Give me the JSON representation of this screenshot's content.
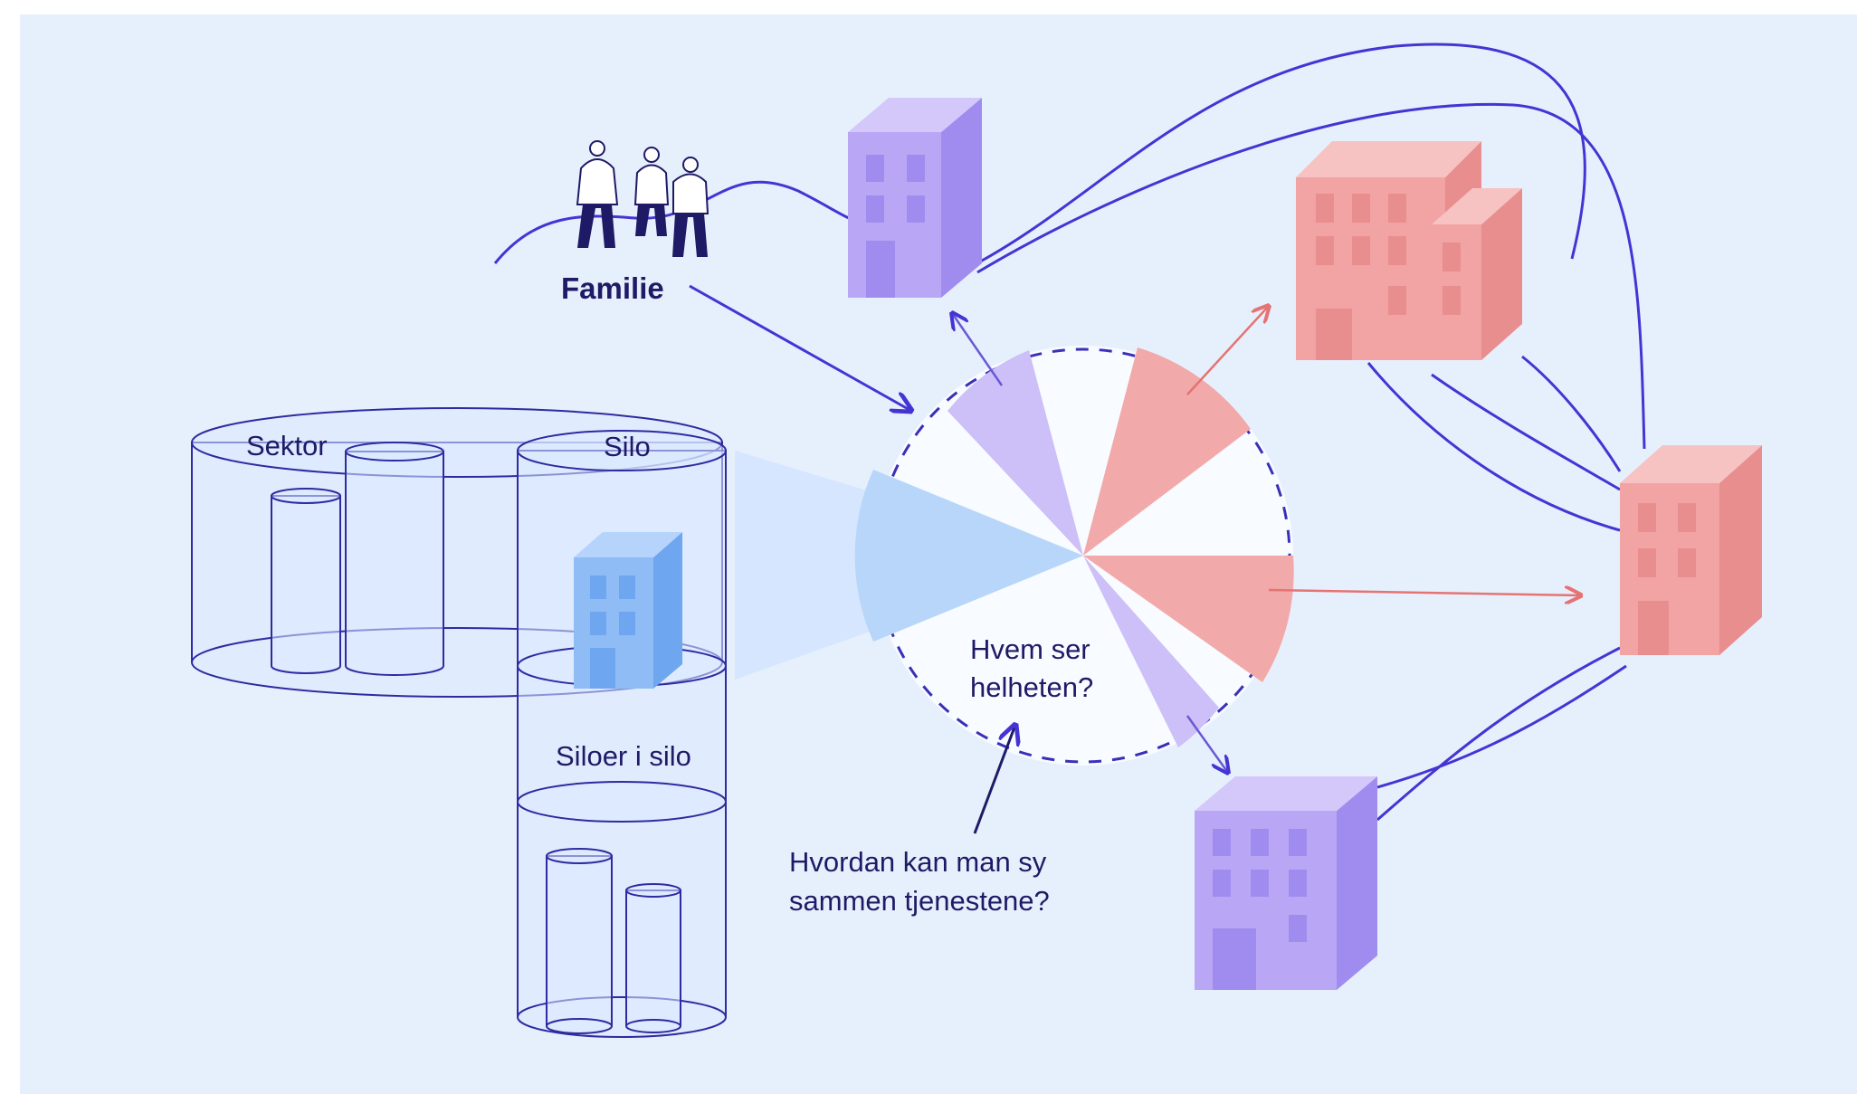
{
  "labels": {
    "familie": "Familie",
    "sektor": "Sektor",
    "silo": "Silo",
    "siloer_i_silo": "Siloer i silo",
    "hvem_ser_line1": "Hvem ser",
    "hvem_ser_line2": "helheten?",
    "hvordan_line1": "Hvordan kan man sy",
    "hvordan_line2": "sammen tjenestene?"
  },
  "colors": {
    "background": "#e6f0fc",
    "purple_building": "#b9a7f5",
    "red_building": "#f2a3a3",
    "blue_building": "#8fbcf5",
    "lines": "#4534d4",
    "cylinder_outline": "#2f2aa0"
  },
  "icons": {
    "family": "family-people-icon",
    "building": "building-icon"
  }
}
